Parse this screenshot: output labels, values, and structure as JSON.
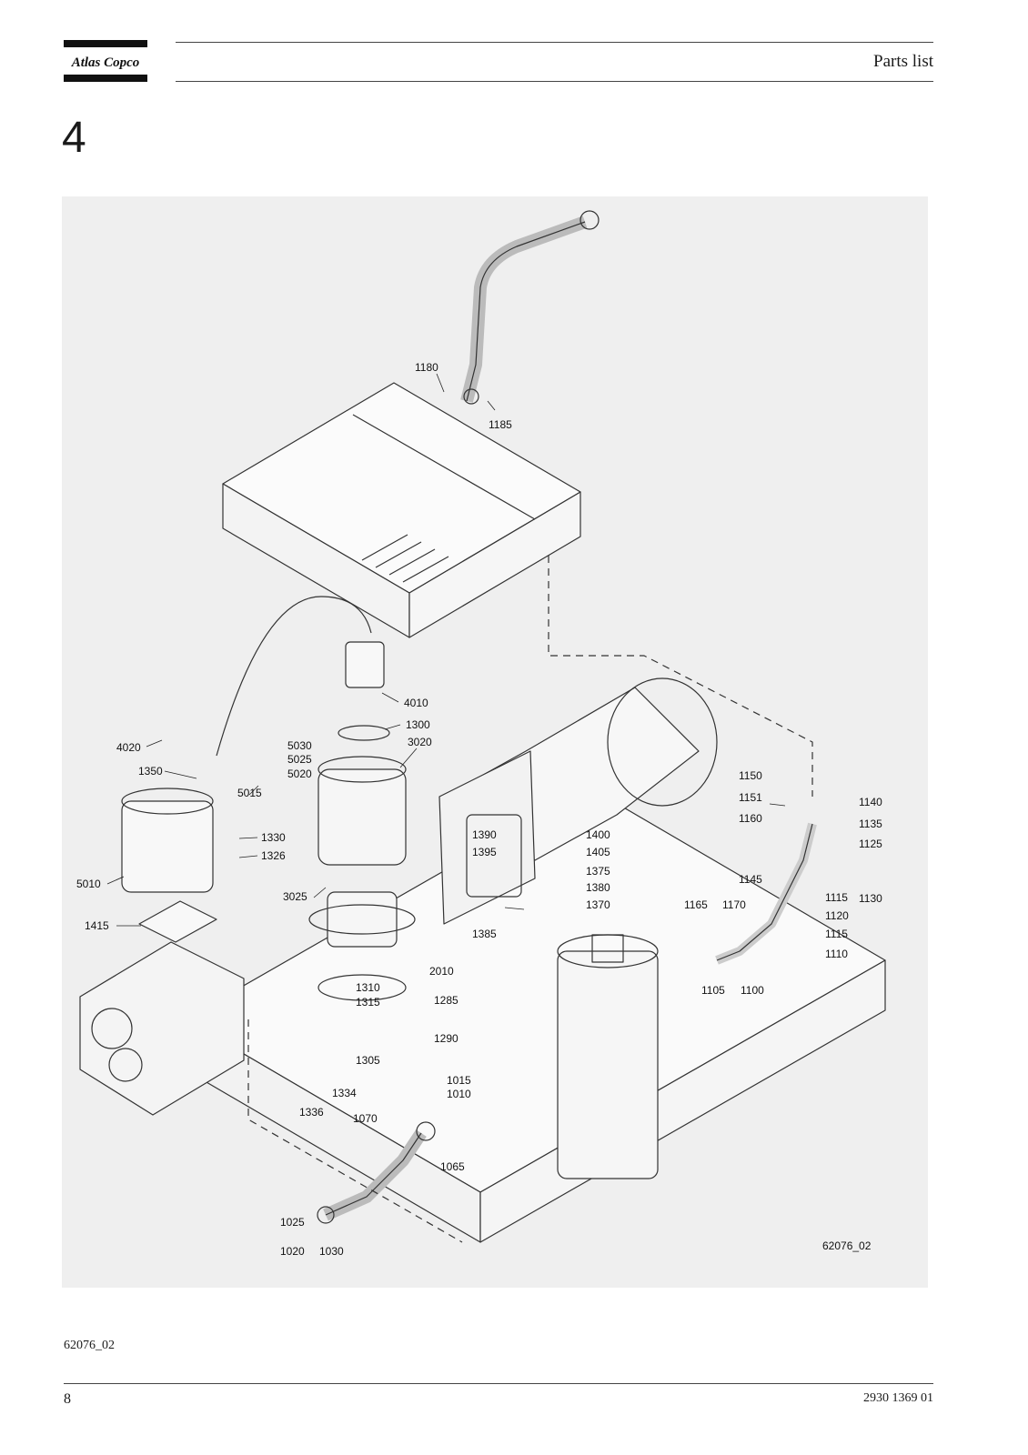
{
  "header": {
    "brand": "Atlas Copco",
    "title": "Parts list"
  },
  "section": {
    "number": "4"
  },
  "diagram": {
    "figure_code": "62076_02",
    "callouts": [
      {
        "id": "c1180",
        "label": "1180"
      },
      {
        "id": "c1185",
        "label": "1185"
      },
      {
        "id": "c4010",
        "label": "4010"
      },
      {
        "id": "c1300",
        "label": "1300"
      },
      {
        "id": "c3020",
        "label": "3020"
      },
      {
        "id": "c4020",
        "label": "4020"
      },
      {
        "id": "c5030",
        "label": "5030"
      },
      {
        "id": "c5025",
        "label": "5025"
      },
      {
        "id": "c5020",
        "label": "5020"
      },
      {
        "id": "c1350",
        "label": "1350"
      },
      {
        "id": "c5015",
        "label": "5015"
      },
      {
        "id": "c1330",
        "label": "1330"
      },
      {
        "id": "c1326",
        "label": "1326"
      },
      {
        "id": "c5010",
        "label": "5010"
      },
      {
        "id": "c3025",
        "label": "3025"
      },
      {
        "id": "c1415",
        "label": "1415"
      },
      {
        "id": "c1390",
        "label": "1390"
      },
      {
        "id": "c1395",
        "label": "1395"
      },
      {
        "id": "c1400",
        "label": "1400"
      },
      {
        "id": "c1405",
        "label": "1405"
      },
      {
        "id": "c1375",
        "label": "1375"
      },
      {
        "id": "c1380",
        "label": "1380"
      },
      {
        "id": "c1370",
        "label": "1370"
      },
      {
        "id": "c1385",
        "label": "1385"
      },
      {
        "id": "c1150",
        "label": "1150"
      },
      {
        "id": "c1151",
        "label": "1151"
      },
      {
        "id": "c1140",
        "label": "1140"
      },
      {
        "id": "c1160",
        "label": "1160"
      },
      {
        "id": "c1135",
        "label": "1135"
      },
      {
        "id": "c1125",
        "label": "1125"
      },
      {
        "id": "c1145",
        "label": "1145"
      },
      {
        "id": "c1130",
        "label": "1130"
      },
      {
        "id": "c1115a",
        "label": "1115"
      },
      {
        "id": "c1120",
        "label": "1120"
      },
      {
        "id": "c1115b",
        "label": "1115"
      },
      {
        "id": "c1110",
        "label": "1110"
      },
      {
        "id": "c1165",
        "label": "1165"
      },
      {
        "id": "c1170",
        "label": "1170"
      },
      {
        "id": "c1105",
        "label": "1105"
      },
      {
        "id": "c1100",
        "label": "1100"
      },
      {
        "id": "c2010",
        "label": "2010"
      },
      {
        "id": "c1310",
        "label": "1310"
      },
      {
        "id": "c1315",
        "label": "1315"
      },
      {
        "id": "c1285",
        "label": "1285"
      },
      {
        "id": "c1290",
        "label": "1290"
      },
      {
        "id": "c1305",
        "label": "1305"
      },
      {
        "id": "c1334",
        "label": "1334"
      },
      {
        "id": "c1336",
        "label": "1336"
      },
      {
        "id": "c1015",
        "label": "1015"
      },
      {
        "id": "c1010",
        "label": "1010"
      },
      {
        "id": "c1070",
        "label": "1070"
      },
      {
        "id": "c1065",
        "label": "1065"
      },
      {
        "id": "c1025",
        "label": "1025"
      },
      {
        "id": "c1020",
        "label": "1020"
      },
      {
        "id": "c1030",
        "label": "1030"
      }
    ]
  },
  "footer": {
    "figure_caption": "62076_02",
    "page_number": "8",
    "doc_number": "2930 1369 01"
  }
}
